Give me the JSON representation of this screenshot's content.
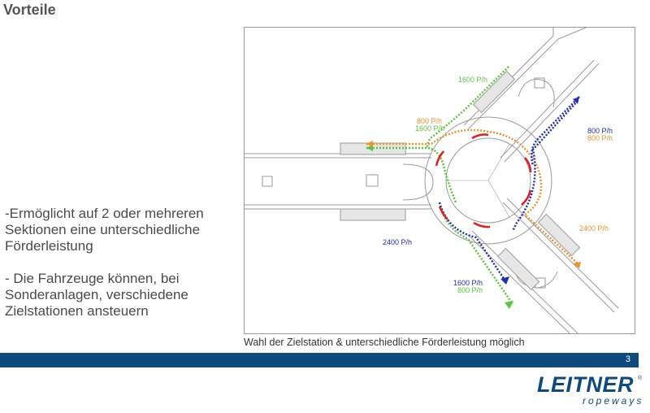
{
  "title": "Vorteile",
  "bullets": [
    "-Ermöglicht auf 2 oder mehreren Sektionen eine unterschiedliche Förderleistung",
    "- Die Fahrzeuge können, bei Sonderanlagen, verschiedene Zielstationen ansteuern"
  ],
  "diagram": {
    "labels": {
      "top_green": "1600 P/h",
      "left_orange": "800 P/h",
      "left_green": "1600 P/h",
      "right_blue": "800 P/h",
      "right_orange": "800 P/h",
      "right_lower_orange": "2400 P/h",
      "bottom_blue": "2400 P/h",
      "bottom_right_blue": "1600 P/h",
      "bottom_right_green": "800 P/h"
    },
    "colors": {
      "green": "#5cc43a",
      "orange": "#f0922b",
      "blue": "#1f2fb0",
      "red": "#e02020"
    }
  },
  "caption": "Wahl der Zielstation & unterschiedliche Förderleistung möglich",
  "page_number": "3",
  "logo": {
    "main": "LEITNER",
    "sub": "ropeways",
    "reg": "®"
  }
}
